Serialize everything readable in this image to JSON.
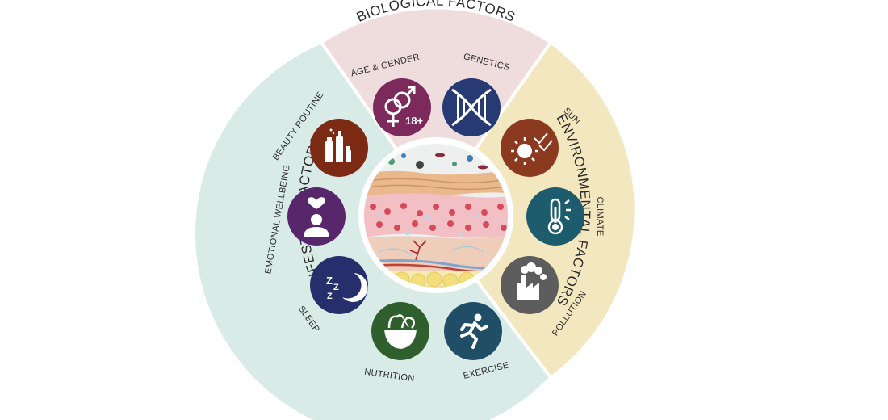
{
  "sections": {
    "biological": {
      "title": "BIOLOGICAL FACTORS",
      "color": "#efdcdc"
    },
    "environmental": {
      "title": "ENVIRONMENTAL FACTORS",
      "color": "#f3e7bf"
    },
    "lifestyle": {
      "title": "LIFESTYLE FACTORS",
      "color": "#d9ebe6"
    }
  },
  "factors": {
    "age_gender": {
      "label": "AGE & GENDER",
      "icon": "age-gender-icon",
      "color": "#7c2a5c",
      "badge": "18+"
    },
    "genetics": {
      "label": "GENETICS",
      "icon": "dna-icon",
      "color": "#273a74"
    },
    "sun": {
      "label": "SUN",
      "icon": "sun-icon",
      "color": "#8c3a1f"
    },
    "climate": {
      "label": "CLIMATE",
      "icon": "thermometer-icon",
      "color": "#1c5c6c"
    },
    "pollution": {
      "label": "POLLUTION",
      "icon": "factory-icon",
      "color": "#5d5d5d"
    },
    "exercise": {
      "label": "EXERCISE",
      "icon": "running-icon",
      "color": "#1f4e66"
    },
    "nutrition": {
      "label": "NUTRITION",
      "icon": "salad-bowl-icon",
      "color": "#2e5f2c"
    },
    "sleep": {
      "label": "SLEEP",
      "icon": "moon-zzz-icon",
      "color": "#262e6c"
    },
    "emotional": {
      "label": "EMOTIONAL WELLBEING",
      "icon": "heart-person-icon",
      "color": "#57266b"
    },
    "beauty": {
      "label": "BEAUTY ROUTINE",
      "icon": "cosmetics-icon",
      "color": "#7c2a14"
    }
  },
  "center": {
    "icon": "skin-cross-section-icon"
  }
}
